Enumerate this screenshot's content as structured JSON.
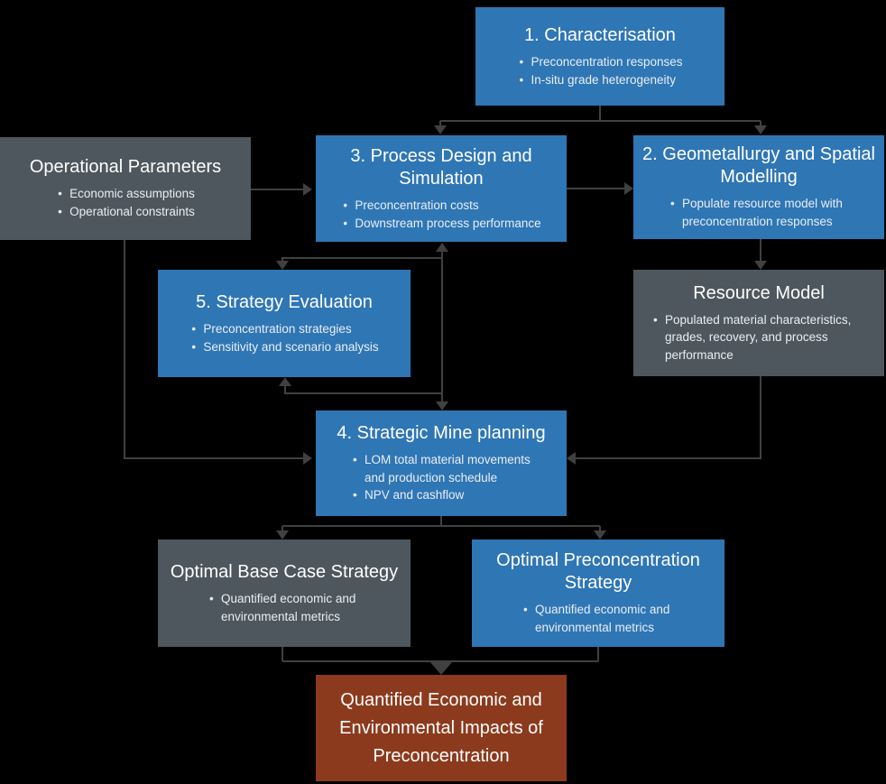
{
  "colors": {
    "background": "#000000",
    "blue_box": "#2F76B5",
    "gray_box": "#4E575D",
    "red_box": "#8C3A1D",
    "connector": "#404040",
    "text": "#FFFFFF"
  },
  "boxes": {
    "characterisation": {
      "title": "1. Characterisation",
      "bullets": [
        "Preconcentration responses",
        "In-situ grade heterogeneity"
      ]
    },
    "operational_parameters": {
      "title": "Operational Parameters",
      "bullets": [
        "Economic assumptions",
        "Operational constraints"
      ]
    },
    "process_design": {
      "title": "3. Process Design and Simulation",
      "bullets": [
        "Preconcentration costs",
        "Downstream process performance"
      ]
    },
    "geometallurgy": {
      "title": "2. Geometallurgy and Spatial Modelling",
      "bullets": [
        "Populate resource model with preconcentration responses"
      ]
    },
    "strategy_evaluation": {
      "title": "5. Strategy Evaluation",
      "bullets": [
        "Preconcentration strategies",
        "Sensitivity and scenario analysis"
      ]
    },
    "resource_model": {
      "title": "Resource Model",
      "bullets": [
        "Populated material characteristics, grades, recovery, and process performance"
      ]
    },
    "strategic_mine_planning": {
      "title": "4. Strategic Mine planning",
      "bullets": [
        "LOM total material movements and production schedule",
        "NPV and cashflow"
      ]
    },
    "optimal_base_case": {
      "title": "Optimal Base Case Strategy",
      "bullets": [
        "Quantified economic and environmental metrics"
      ]
    },
    "optimal_preconcentration": {
      "title": "Optimal Preconcentration Strategy",
      "bullets": [
        "Quantified economic and environmental metrics"
      ]
    },
    "impacts": {
      "title": "Quantified Economic and Environmental Impacts of Preconcentration"
    }
  },
  "connectors": [
    {
      "from": "1. Characterisation",
      "to": "3. Process Design and Simulation",
      "type": "one-way"
    },
    {
      "from": "1. Characterisation",
      "to": "2. Geometallurgy and Spatial Modelling",
      "type": "one-way"
    },
    {
      "from": "Operational Parameters",
      "to": "3. Process Design and Simulation",
      "type": "one-way"
    },
    {
      "from": "3. Process Design and Simulation",
      "to": "2. Geometallurgy and Spatial Modelling",
      "type": "one-way"
    },
    {
      "from": "2. Geometallurgy and Spatial Modelling",
      "to": "Resource Model",
      "type": "one-way"
    },
    {
      "from": "Operational Parameters",
      "to": "4. Strategic Mine planning",
      "type": "one-way"
    },
    {
      "from": "Resource Model",
      "to": "4. Strategic Mine planning",
      "type": "one-way"
    },
    {
      "from": "3. Process Design and Simulation",
      "to": "4. Strategic Mine planning",
      "type": "two-way"
    },
    {
      "from": "3. Process Design and Simulation",
      "to": "5. Strategy Evaluation",
      "type": "one-way"
    },
    {
      "from": "5. Strategy Evaluation",
      "to": "4. Strategic Mine planning",
      "type": "two-way"
    },
    {
      "from": "4. Strategic Mine planning",
      "to": "Optimal Base Case Strategy",
      "type": "one-way"
    },
    {
      "from": "4. Strategic Mine planning",
      "to": "Optimal Preconcentration Strategy",
      "type": "one-way"
    },
    {
      "from": "Optimal Base Case Strategy",
      "to": "Quantified Economic and Environmental Impacts of Preconcentration",
      "type": "one-way"
    },
    {
      "from": "Optimal Preconcentration Strategy",
      "to": "Quantified Economic and Environmental Impacts of Preconcentration",
      "type": "one-way"
    }
  ]
}
